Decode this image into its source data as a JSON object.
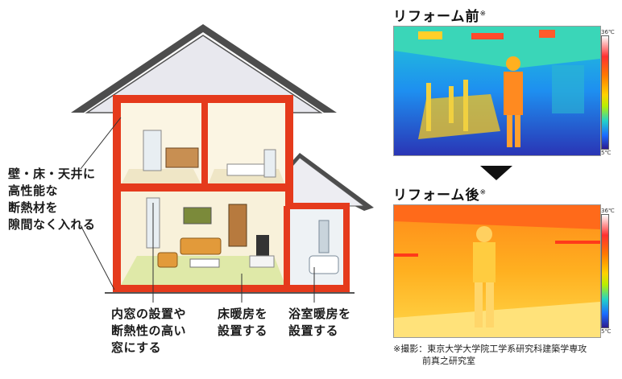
{
  "callouts": {
    "walls": [
      "壁・床・天井に",
      "高性能な",
      "断熱材を",
      "隙間なく入れる"
    ],
    "windows": [
      "内窓の設置や",
      "断熱性の高い",
      "窓にする"
    ],
    "floor_heating": [
      "床暖房を",
      "設置する"
    ],
    "bath_heating": [
      "浴室暖房を",
      "設置する"
    ]
  },
  "panels": {
    "before": {
      "title": "リフォーム前",
      "mark": "※"
    },
    "after": {
      "title": "リフォーム後",
      "mark": "※"
    }
  },
  "scale": {
    "top": "36℃",
    "bottom": "5℃"
  },
  "credit": [
    "※撮影：東京大学大学院工学系研究科建築学専攻",
    "前真之研究室"
  ],
  "arrow_icon": "down-triangle-icon"
}
